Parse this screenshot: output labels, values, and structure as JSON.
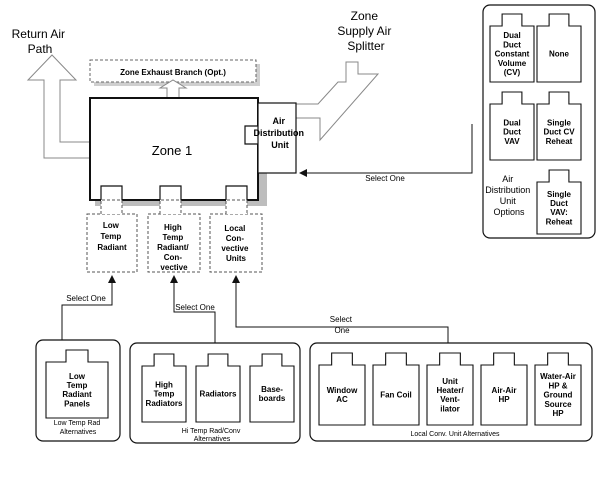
{
  "labels": {
    "return_air": [
      "Return Air",
      "Path"
    ],
    "zone_supply": [
      "Zone",
      "Supply Air",
      "Splitter"
    ],
    "zone_exhaust": "Zone Exhaust Branch (Opt.)",
    "zone1": "Zone 1",
    "air_dist_unit": [
      "Air",
      "Distribution",
      "Unit"
    ],
    "select_one_right": "Select One",
    "adu_options_caption": [
      "Air",
      "Distribution",
      "Unit",
      "Options"
    ],
    "low_temp_radiant": [
      "Low",
      "Temp",
      "Radiant"
    ],
    "high_temp_radiant": [
      "High",
      "Temp",
      "Radiant/",
      "Con-",
      "vective"
    ],
    "local_convective": [
      "Local",
      "Con-",
      "vective",
      "Units"
    ],
    "select_one_left": "Select One",
    "select_one_mid": "Select One",
    "select_one_bottom": [
      "Select",
      "One"
    ]
  },
  "adu_options": [
    [
      "Dual",
      "Duct",
      "Constant",
      "Volume",
      "(CV)"
    ],
    [
      "None"
    ],
    [
      "Dual",
      "Duct",
      "VAV"
    ],
    [
      "Single",
      "Duct CV",
      "Reheat"
    ],
    [
      "Single",
      "Duct",
      "VAV:",
      "Reheat"
    ]
  ],
  "low_temp_group": {
    "caption": [
      "Low Temp Rad",
      "Alternatives"
    ],
    "items": [
      [
        "Low",
        "Temp",
        "Radiant",
        "Panels"
      ]
    ]
  },
  "hi_temp_group": {
    "caption": [
      "Hi Temp Rad/Conv",
      "Alternatives"
    ],
    "items": [
      [
        "High",
        "Temp",
        "Radiators"
      ],
      [
        "Radiators"
      ],
      [
        "Base-",
        "boards"
      ]
    ]
  },
  "local_conv_group": {
    "caption": [
      "Local Conv. Unit Alternatives"
    ],
    "items": [
      [
        "Window",
        "AC"
      ],
      [
        "Fan Coil"
      ],
      [
        "Unit",
        "Heater/",
        "Vent-",
        "ilator"
      ],
      [
        "Air-Air",
        "HP"
      ],
      [
        "Water-Air",
        "HP &",
        "Ground",
        "Source",
        "HP"
      ]
    ]
  },
  "colors": {
    "line": "#111111",
    "shadow": "#bdbdbd",
    "dashed": "#555555",
    "arrow": "#777777"
  }
}
